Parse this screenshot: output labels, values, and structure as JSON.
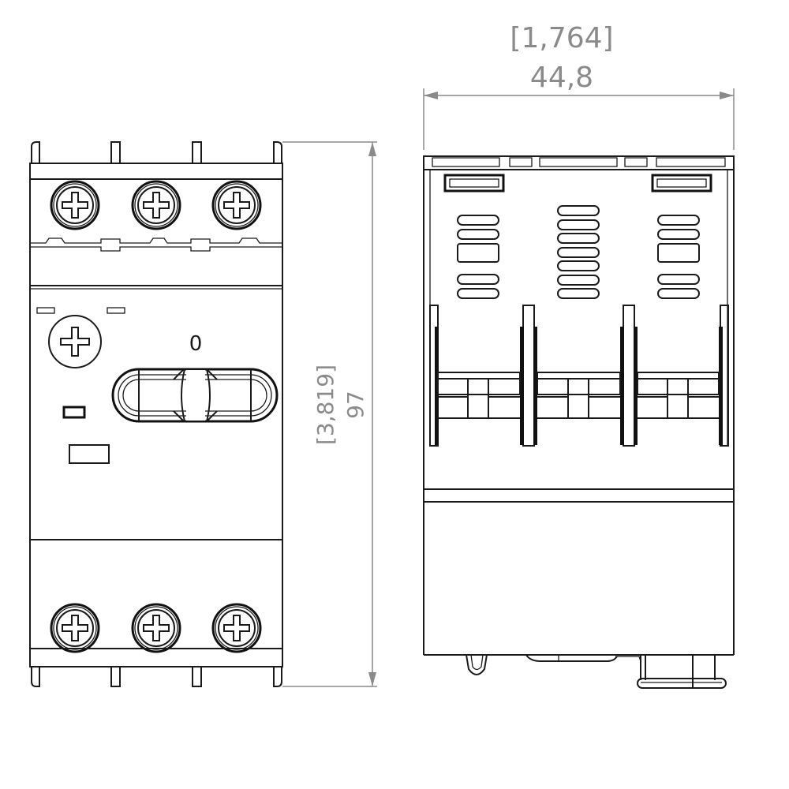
{
  "drawing": {
    "views": [
      "front-view",
      "side-view"
    ],
    "front_view": {
      "dimension_height": {
        "value_mm": "97",
        "value_in": "[3,819]"
      },
      "top_terminals": 3,
      "bottom_terminals": 3,
      "switch_label": "0"
    },
    "side_view": {
      "dimension_width": {
        "value_mm": "44,8",
        "value_in": "[1,764]"
      }
    },
    "colors": {
      "line": "#1a1a1a",
      "dimension": "#8a8a8a",
      "background": "#ffffff"
    }
  }
}
